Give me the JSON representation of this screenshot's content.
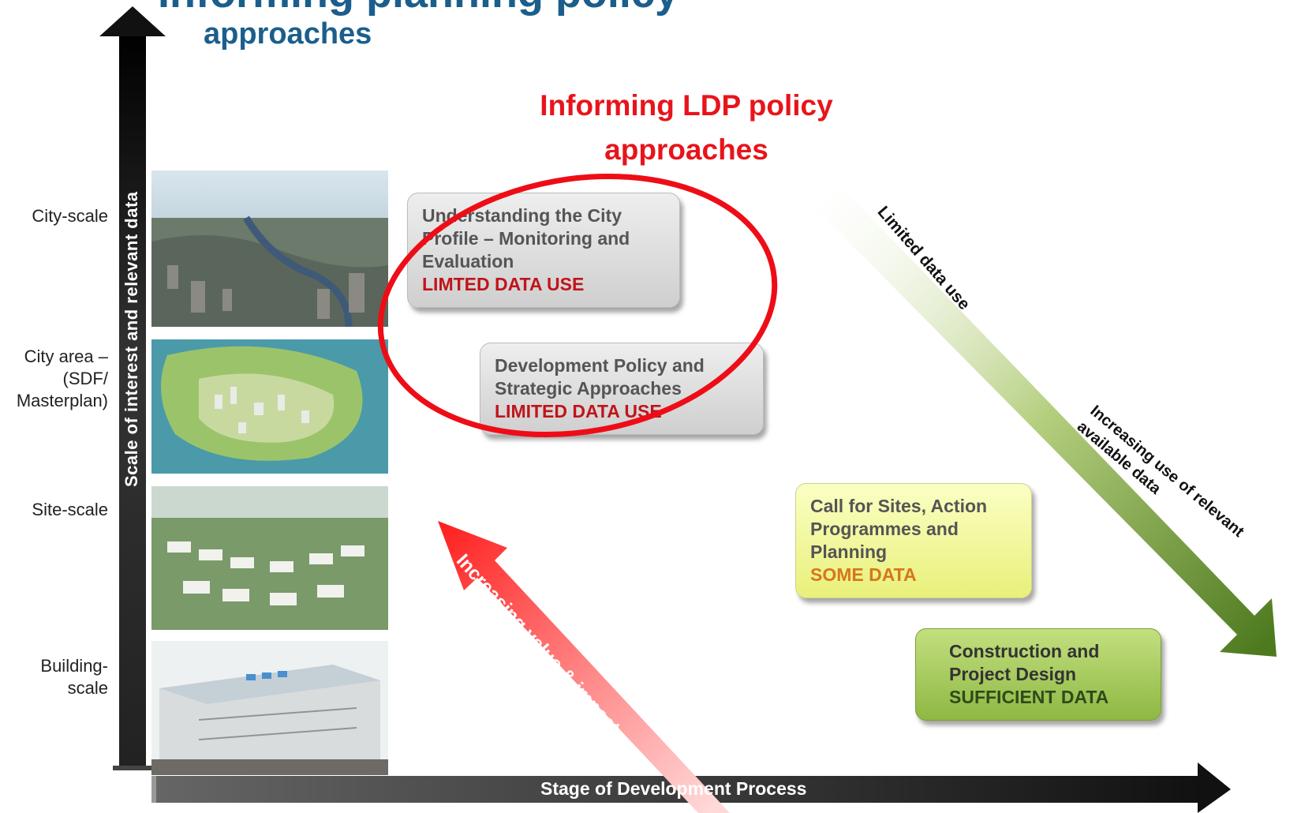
{
  "header": {
    "title_top": "Informing planning policy",
    "title_sub": "approaches"
  },
  "highlight_title": "Informing LDP policy approaches",
  "y_axis": {
    "label": "Scale of interest and relevant data",
    "levels": [
      {
        "label": "City-scale"
      },
      {
        "label": "City area – (SDF/ Masterplan)"
      },
      {
        "label": "Site-scale"
      },
      {
        "label": "Building-scale"
      }
    ]
  },
  "x_axis": {
    "label": "Stage of Development Process"
  },
  "boxes": [
    {
      "text": "Understanding the City Profile – Monitoring and Evaluation",
      "status": "LIMTED DATA USE",
      "status_color": "#c0141a"
    },
    {
      "text": "Development Policy and Strategic Approaches",
      "status": "LIMITED DATA USE",
      "status_color": "#c0141a"
    },
    {
      "text": "Call for Sites, Action Programmes and Planning",
      "status": "SOME DATA",
      "status_color": "#d7761b"
    },
    {
      "text": "Construction and Project Design",
      "status": "SUFFICIENT DATA",
      "status_color": "#2f4a1a"
    }
  ],
  "arrows": {
    "value_arrow_label": "Increasing value & impact",
    "data_arrow_top_label": "Limited data use",
    "data_arrow_bottom_label": "Increasing use of relevant available data"
  },
  "colors": {
    "title_blue": "#1b5e8c",
    "highlight_red": "#e8141b",
    "value_arrow": "#ff2a2a",
    "data_arrow": "#5a8a2a"
  }
}
